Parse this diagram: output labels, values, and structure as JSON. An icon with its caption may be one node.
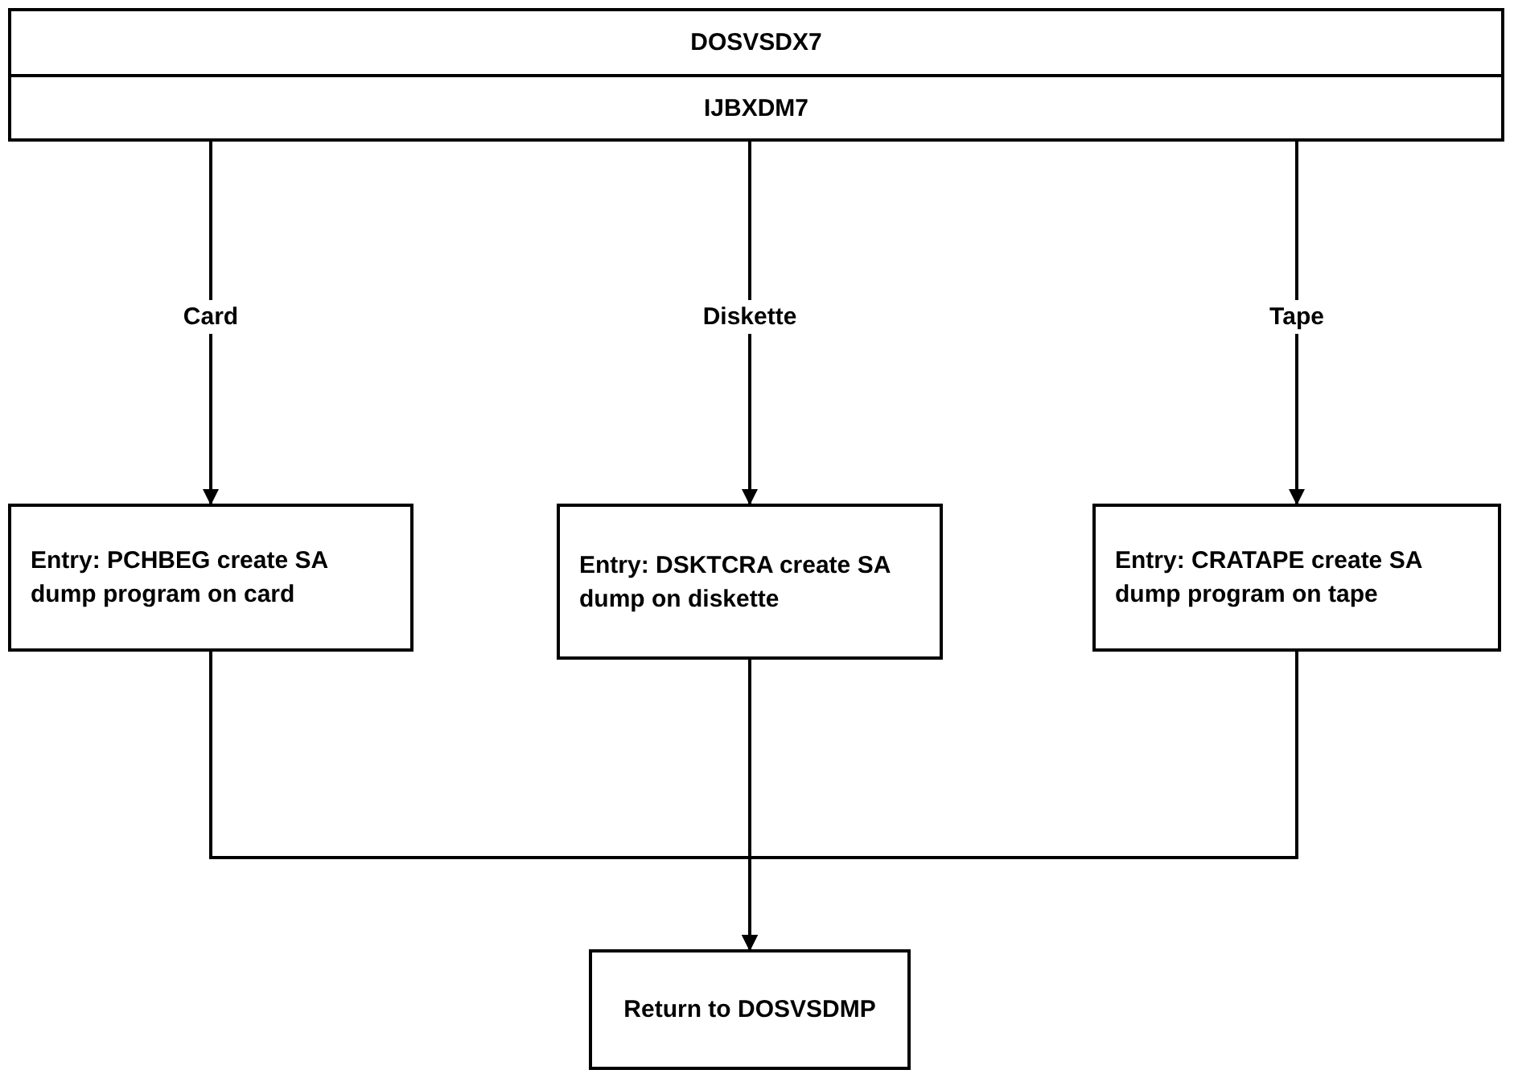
{
  "diagram": {
    "nodes": [
      {
        "text": [
          "DOSVSDX7"
        ]
      },
      {
        "text": [
          "IJBXDM7"
        ]
      },
      {
        "text": [
          "Entry: PCHBEG create SA dump program on card"
        ]
      },
      {
        "text": [
          "Entry: DSKTCRA create SA dump on diskette"
        ]
      },
      {
        "text": [
          "Entry: CRATAPE create SA dump program on tape"
        ]
      },
      {
        "text": [
          "Return to DOSVSDMP"
        ]
      }
    ],
    "edges": [
      {
        "from": 1,
        "to": 2,
        "arrow": "to",
        "label": "Card"
      },
      {
        "from": 1,
        "to": 3,
        "arrow": "to",
        "label": "Diskette"
      },
      {
        "from": 1,
        "to": 4,
        "arrow": "to",
        "label": "Tape"
      },
      {
        "from": 2,
        "to": 5,
        "arrow": "to"
      },
      {
        "from": 3,
        "to": 5,
        "arrow": "to"
      },
      {
        "from": 4,
        "to": 5,
        "arrow": "to"
      }
    ]
  }
}
